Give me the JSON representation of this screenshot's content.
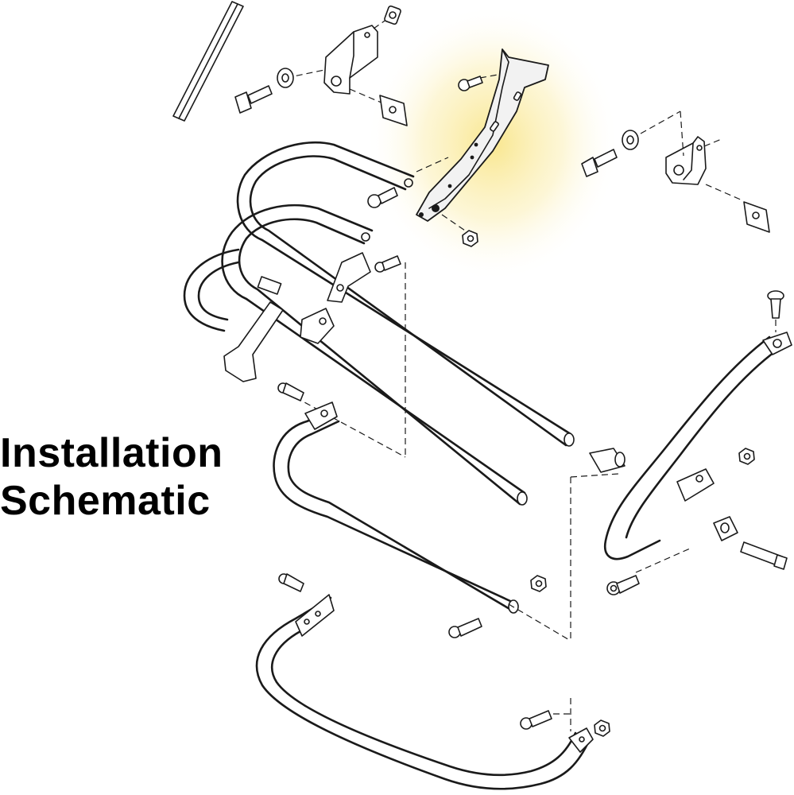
{
  "title": {
    "line1": "Installation",
    "line2": "Schematic"
  },
  "highlight": {
    "part": "mounting-bracket",
    "glow_color": "#f8e27a",
    "part_fill": "#f2f2f2"
  },
  "colors": {
    "line": "#1a1a1a",
    "background": "#ffffff"
  }
}
